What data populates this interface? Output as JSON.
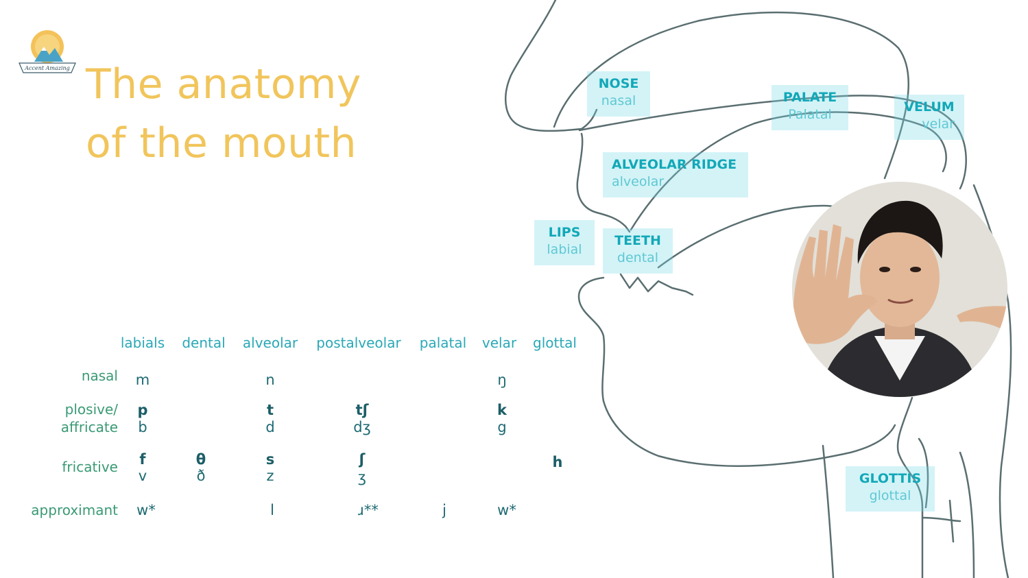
{
  "logo": {
    "text": "Accent Amazing"
  },
  "title": {
    "line1": "The anatomy",
    "line2": "of the mouth"
  },
  "labels": {
    "nose": {
      "name": "NOSE",
      "term": "nasal"
    },
    "palate": {
      "name": "PALATE",
      "term": "Palatal"
    },
    "velum": {
      "name": "VELUM",
      "term": "velar"
    },
    "alveolar": {
      "name": "ALVEOLAR RIDGE",
      "term": "alveolar"
    },
    "lips": {
      "name": "LIPS",
      "term": "labial"
    },
    "teeth": {
      "name": "TEETH",
      "term": "dental"
    },
    "glottis": {
      "name": "GLOTTIS",
      "term": "glottal"
    }
  },
  "table": {
    "columns": [
      "labials",
      "dental",
      "alveolar",
      "postalveolar",
      "palatal",
      "velar",
      "glottal"
    ],
    "rows": {
      "nasal": "nasal",
      "plosive1": "plosive/",
      "plosive2": "affricate",
      "fricative": "fricative",
      "approximant": "approximant"
    },
    "cells": {
      "nasal": {
        "labials": "m",
        "alveolar": "n",
        "velar": "ŋ"
      },
      "plosive_voiceless": {
        "labials": "p",
        "alveolar": "t",
        "postalveolar": "tʃ",
        "velar": "k"
      },
      "plosive_voiced": {
        "labials": "b",
        "alveolar": "d",
        "postalveolar": "dʒ",
        "velar": "g"
      },
      "fricative_voiceless": {
        "labials": "f",
        "dental": "θ",
        "alveolar": "s",
        "postalveolar": "ʃ",
        "glottal": "h"
      },
      "fricative_voiced": {
        "labials": "v",
        "dental": "ð",
        "alveolar": "z",
        "postalveolar": "ʒ"
      },
      "approximant": {
        "labials": "w*",
        "alveolar": "l",
        "postalveolar": "ɹ**",
        "palatal": "j",
        "velar": "w*"
      }
    }
  },
  "colors": {
    "title": "#f1c55c",
    "label_bg": "#76dae6",
    "label_name": "#12a8b8",
    "label_term": "#5fc8d3",
    "column_header": "#2aa8b7",
    "row_header": "#3a9a75",
    "symbol": "#1e6a73",
    "outline": "#5a6e70"
  }
}
